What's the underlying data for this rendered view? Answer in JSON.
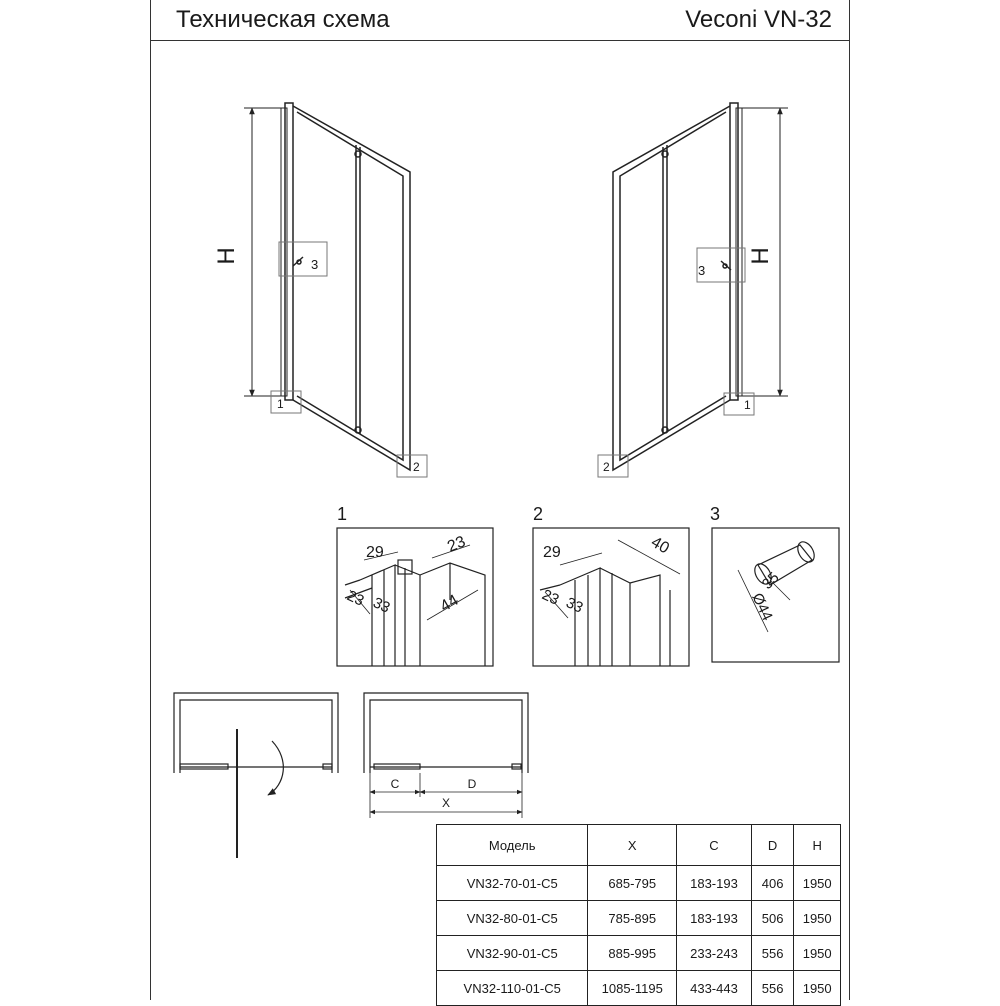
{
  "header": {
    "title": "Техническая схема",
    "model": "Veconi VN-32"
  },
  "elevation": {
    "height_label": "H",
    "callouts": [
      "1",
      "2",
      "3"
    ]
  },
  "details": [
    {
      "number": "1",
      "dims": [
        "29",
        "23",
        "23",
        "33",
        "44"
      ]
    },
    {
      "number": "2",
      "dims": [
        "29",
        "40",
        "23",
        "33"
      ]
    },
    {
      "number": "3",
      "dims": [
        "35",
        "Ø44"
      ]
    }
  ],
  "plan": {
    "c_label": "C",
    "d_label": "D",
    "x_label": "X"
  },
  "table": {
    "headers": [
      "Модель",
      "X",
      "C",
      "D",
      "H"
    ],
    "rows": [
      [
        "VN32-70-01-C5",
        "685-795",
        "183-193",
        "406",
        "1950"
      ],
      [
        "VN32-80-01-C5",
        "785-895",
        "183-193",
        "506",
        "1950"
      ],
      [
        "VN32-90-01-C5",
        "885-995",
        "233-243",
        "556",
        "1950"
      ],
      [
        "VN32-110-01-C5",
        "1085-1195",
        "433-443",
        "556",
        "1950"
      ]
    ]
  }
}
